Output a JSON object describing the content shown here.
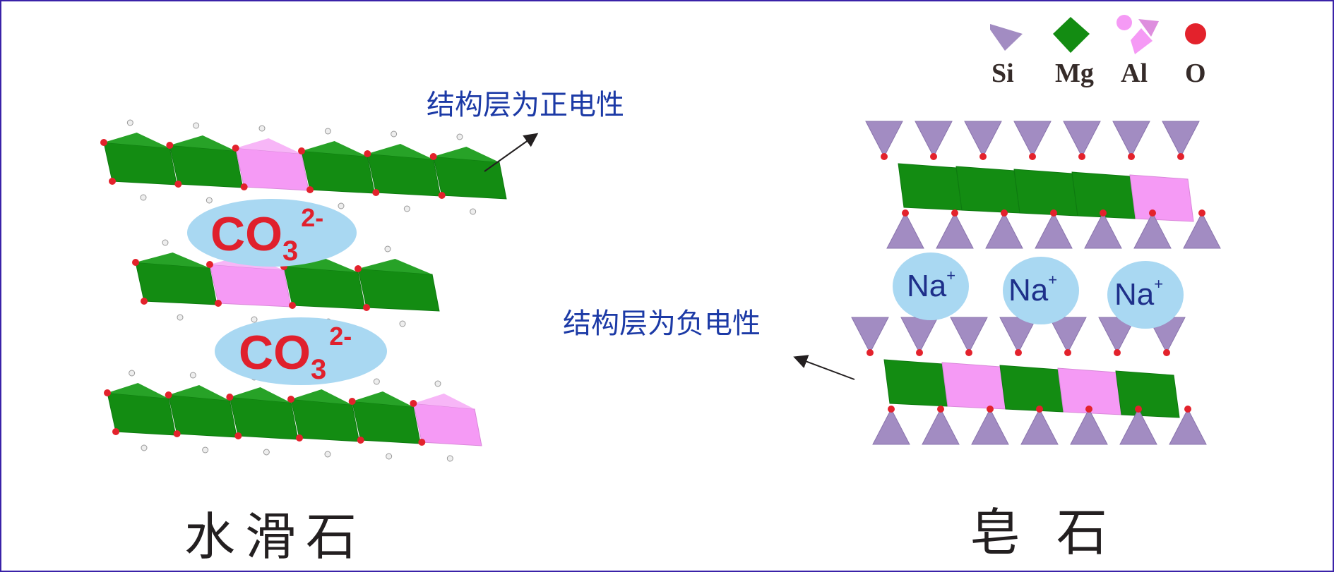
{
  "legend": {
    "items": [
      {
        "symbol": "Si",
        "color": "#a28cc2"
      },
      {
        "symbol": "Mg",
        "color": "#138c12"
      },
      {
        "symbol": "Al",
        "color": "#f59af5"
      },
      {
        "symbol": "O",
        "color": "#e3222c"
      }
    ]
  },
  "left": {
    "name": "水滑石",
    "label": "结构层为正电性",
    "anion": {
      "formula": "CO",
      "subscript": "3",
      "charge": "2-"
    }
  },
  "right": {
    "name": "皂 石",
    "label": "结构层为负电性",
    "cation": {
      "symbol": "Na",
      "charge": "+"
    }
  },
  "colors": {
    "ellipse": "#a9d8f2",
    "text_blue": "#1c3aa6",
    "ion_red": "#e0202c"
  }
}
